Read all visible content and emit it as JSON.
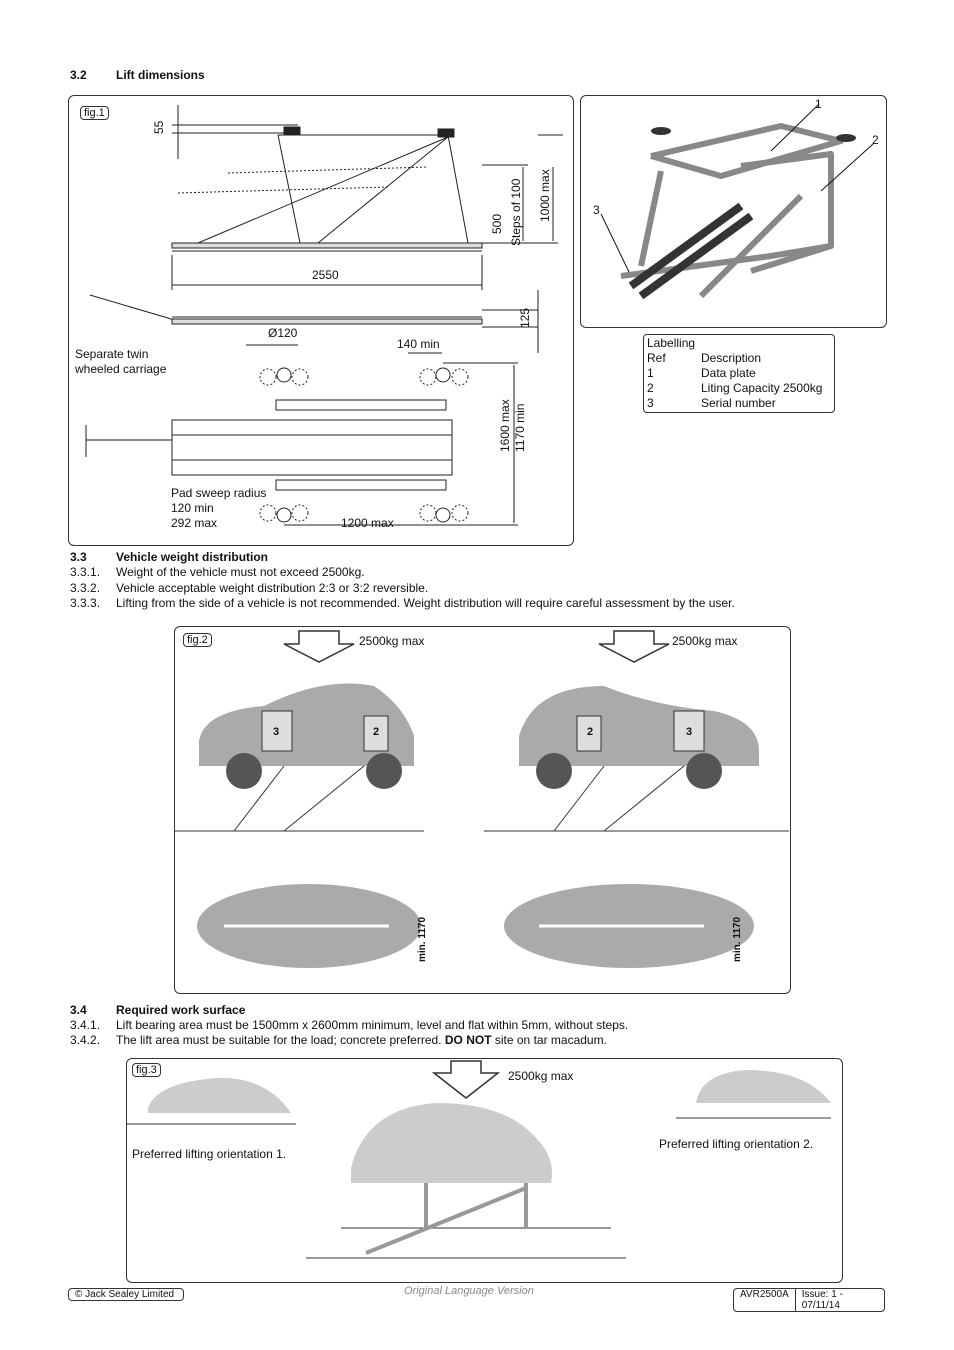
{
  "sections": {
    "s32": {
      "num": "3.2",
      "title": "Lift dimensions"
    },
    "s33": {
      "num": "3.3",
      "title": "Vehicle weight distribution",
      "items": [
        {
          "num": "3.3.1.",
          "text": "Weight of the vehicle must not exceed 2500kg."
        },
        {
          "num": "3.3.2.",
          "text": "Vehicle acceptable weight distribution 2:3 or 3:2 reversible."
        },
        {
          "num": "3.3.3.",
          "text": "Lifting from the side of a vehicle is not recommended. Weight distribution will require careful assessment by the user."
        }
      ]
    },
    "s34": {
      "num": "3.4",
      "title": "Required work surface",
      "item1": {
        "num": "3.4.1.",
        "text": "Lift bearing area must be 1500mm x 2600mm minimum, level and flat within 5mm, without steps."
      },
      "item2": {
        "num": "3.4.2.",
        "pre": "The lift area must be suitable for the load; concrete preferred.",
        "bold": "DO NOT",
        "post": "site on tar macadum."
      }
    }
  },
  "fig1": {
    "label": "fig.1",
    "dims": {
      "d55": "55",
      "d2550": "2550",
      "d500": "500",
      "steps": "Steps of 100",
      "d1000": "1000 max",
      "d125": "125",
      "dia120": "Ø120",
      "d140": "140 min",
      "d1600": "1600 max",
      "d1170": "1170 min",
      "d1200": "1200 max"
    },
    "carriage": [
      "Separate twin",
      "wheeled carriage"
    ],
    "sweep": [
      "Pad sweep radius",
      "120 min",
      "292 max"
    ]
  },
  "photo": {
    "callouts": [
      "1",
      "2",
      "3"
    ]
  },
  "labelling": {
    "title": "Labelling",
    "header": {
      "ref": "Ref",
      "desc": "Description"
    },
    "rows": [
      {
        "ref": "1",
        "desc": "Data plate"
      },
      {
        "ref": "2",
        "desc": "Liting Capacity 2500kg"
      },
      {
        "ref": "3",
        "desc": "Serial number"
      }
    ]
  },
  "fig2": {
    "label": "fig.2",
    "load_left": "2500kg max",
    "load_right": "2500kg max",
    "weights_left": [
      "3",
      "2"
    ],
    "weights_right": [
      "2",
      "3"
    ],
    "min_left": "min. 1170",
    "min_right": "min. 1170"
  },
  "fig3": {
    "label": "fig.3",
    "load": "2500kg max",
    "orient1": "Preferred lifting orientation 1.",
    "orient2": "Preferred lifting orientation 2."
  },
  "footer": {
    "copyright": "© Jack Sealey Limited",
    "center": "Original Language Version",
    "model": "AVR2500A",
    "issue": "Issue: 1 - 07/11/14"
  }
}
